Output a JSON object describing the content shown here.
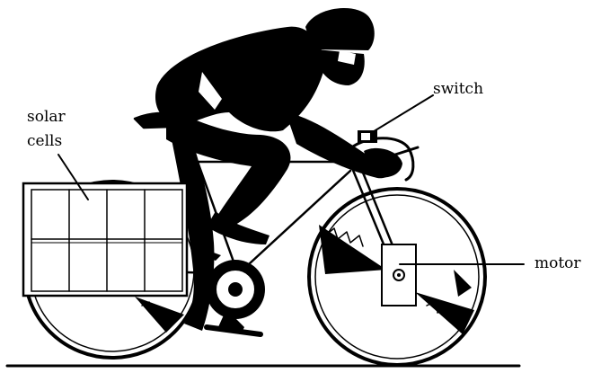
{
  "labels": {
    "solar_line1": "solar",
    "solar_line2": "cells",
    "switch": "switch",
    "motor": "motor"
  },
  "colors": {
    "ink": "#000000",
    "paper": "#ffffff"
  },
  "icons": {
    "panel": "solar-panel-icon",
    "bike": "bicycle-icon",
    "rider": "cyclist-icon",
    "motor": "motor-icon",
    "switch": "switch-icon"
  }
}
